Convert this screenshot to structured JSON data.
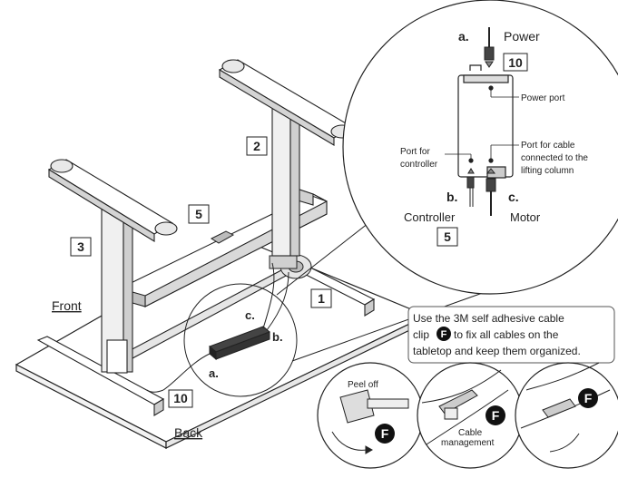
{
  "labels": {
    "front": "Front",
    "back": "Back",
    "a": "a.",
    "b": "b.",
    "c": "c."
  },
  "callouts": {
    "box_1": "1",
    "box_2": "2",
    "box_3": "3",
    "box_5": "5",
    "box_10": "10"
  },
  "detail": {
    "a_label": "a.",
    "power": "Power",
    "box_10": "10",
    "power_port": "Power port",
    "port_controller_1": "Port for",
    "port_controller_2": "controller",
    "port_cable_1": "Port for cable",
    "port_cable_2": "connected to the",
    "port_cable_3": "lifting column",
    "b_label": "b.",
    "c_label": "c.",
    "controller": "Controller",
    "motor": "Motor",
    "box_5": "5"
  },
  "instruction": {
    "line1": "Use the 3M self adhesive cable",
    "line2_pre": "clip",
    "clip_letter": "F",
    "line2_post": "to fix all cables on the",
    "line3": "tabletop and keep them organized."
  },
  "steps": {
    "peel_off": "Peel off",
    "cable_management_1": "Cable",
    "cable_management_2": "management",
    "f1": "F",
    "f2": "F",
    "f3": "F"
  }
}
